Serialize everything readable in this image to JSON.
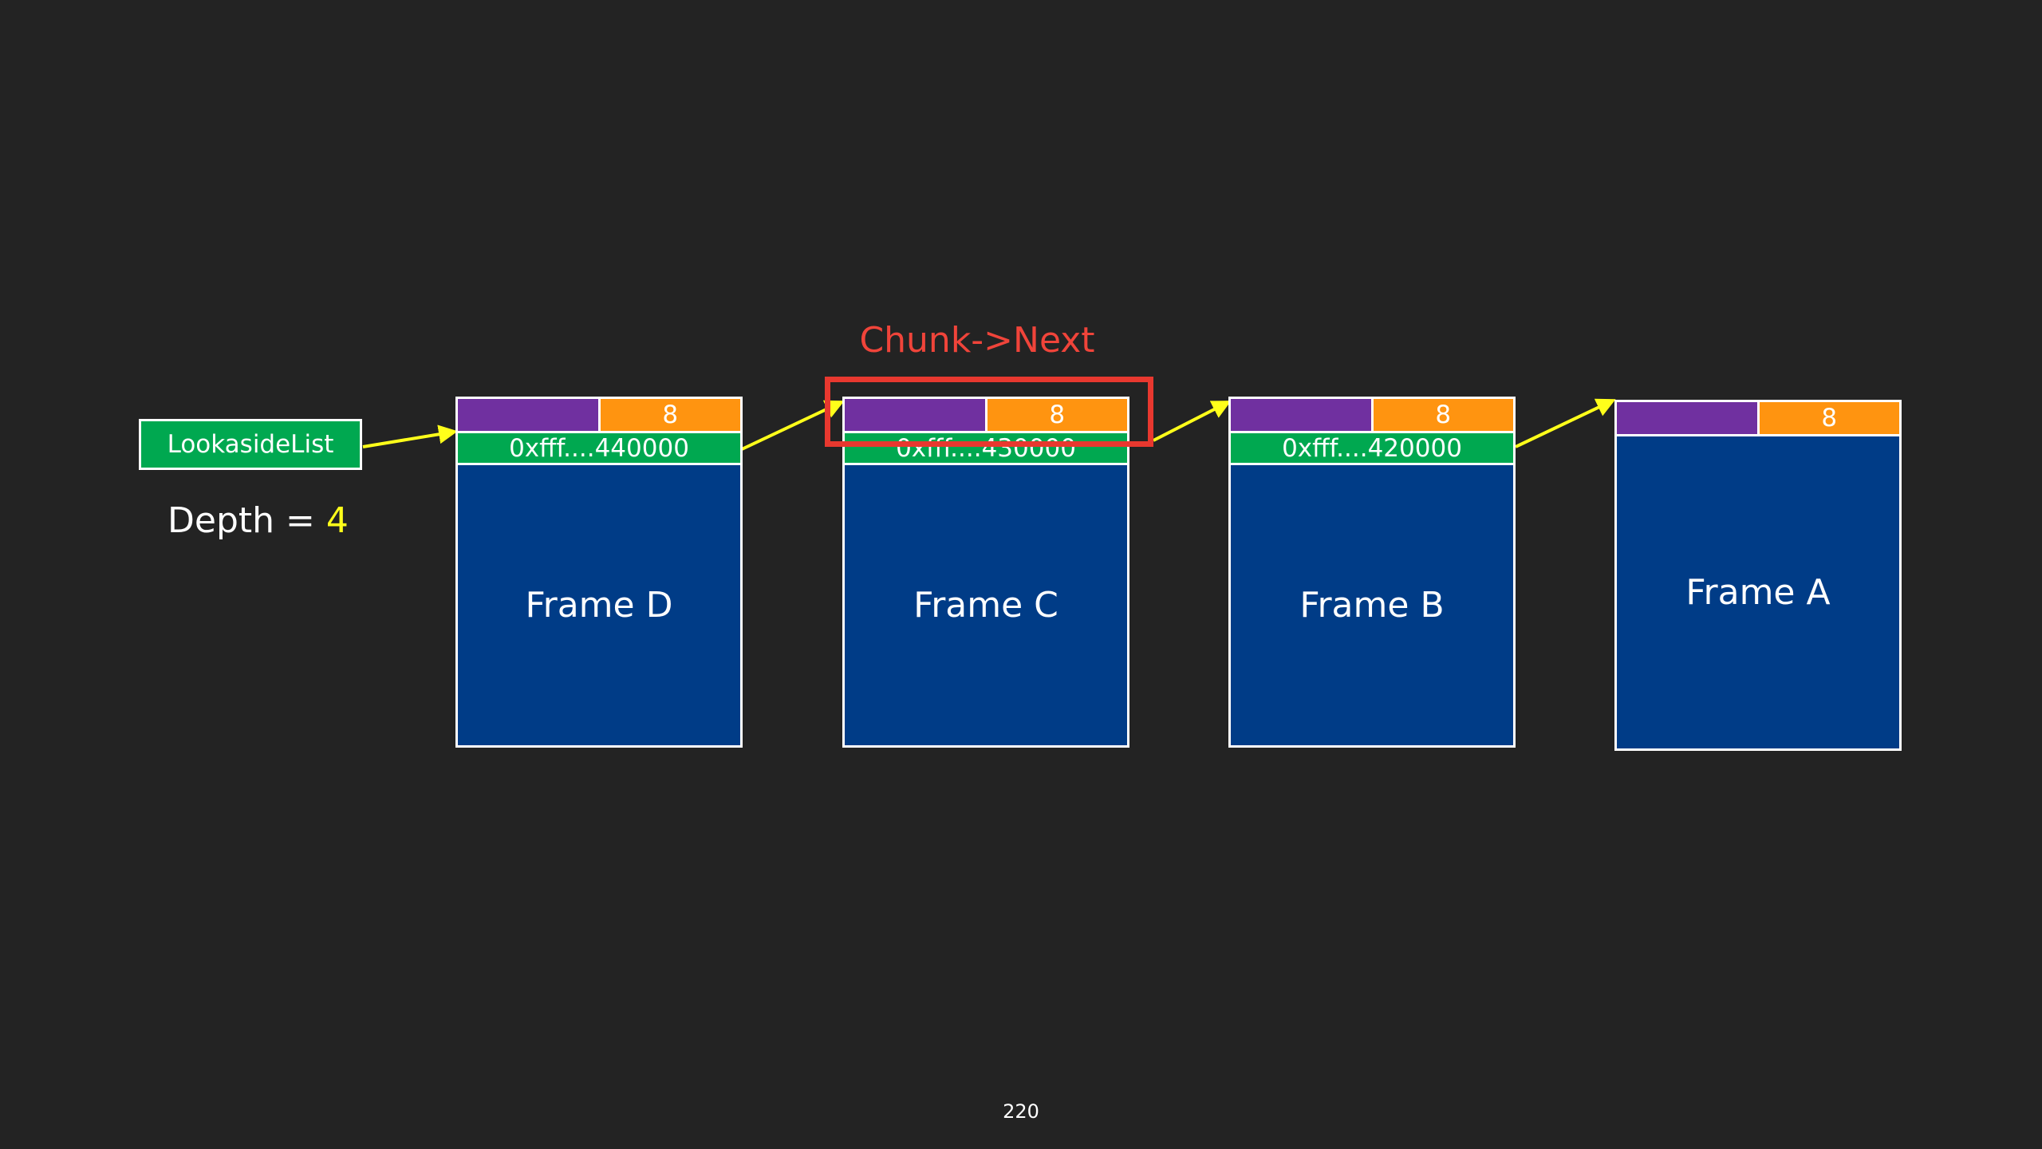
{
  "lookaside": {
    "label": "LookasideList"
  },
  "depth": {
    "label": "Depth",
    "equals": "=",
    "value": "4"
  },
  "frames": [
    {
      "name": "Frame D",
      "size": "8",
      "next": "0xfff....440000"
    },
    {
      "name": "Frame C",
      "size": "8",
      "next": "0xfff....430000"
    },
    {
      "name": "Frame B",
      "size": "8",
      "next": "0xfff....420000"
    },
    {
      "name": "Frame A",
      "size": "8"
    }
  ],
  "callout": {
    "label": "Chunk->Next"
  },
  "page_number": "220",
  "colors": {
    "background": "#232323",
    "frame_body": "#003c87",
    "header_purple": "#7030a0",
    "header_orange": "#ff9410",
    "pointer_green": "#00a850",
    "arrow_yellow": "#ffff1a",
    "highlight_red": "#e8382f",
    "depth_value": "#ffff1a"
  }
}
